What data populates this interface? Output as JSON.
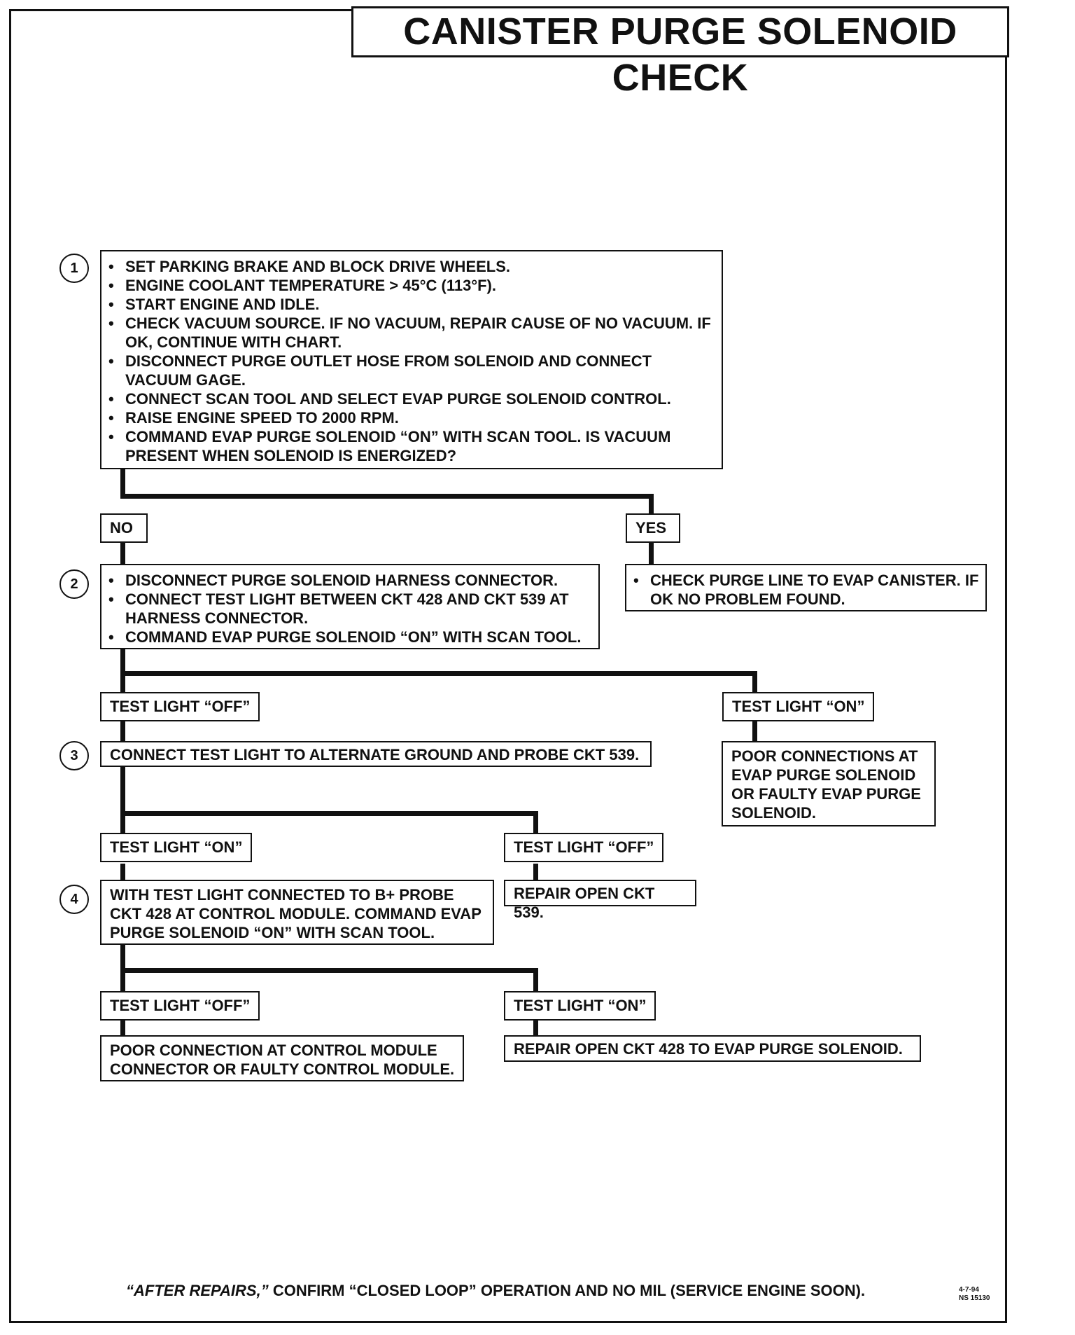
{
  "title": "CANISTER PURGE SOLENOID CHECK",
  "steps": [
    "1",
    "2",
    "3",
    "4"
  ],
  "step1": {
    "items": [
      "SET PARKING BRAKE AND BLOCK DRIVE WHEELS.",
      "ENGINE COOLANT TEMPERATURE > 45°C (113°F).",
      "START ENGINE AND IDLE.",
      "CHECK VACUUM SOURCE.  IF NO VACUUM, REPAIR CAUSE OF NO VACUUM. IF OK, CONTINUE WITH CHART.",
      "DISCONNECT PURGE OUTLET HOSE FROM SOLENOID AND CONNECT VACUUM GAGE.",
      "CONNECT SCAN TOOL AND SELECT EVAP PURGE SOLENOID CONTROL.",
      "RAISE ENGINE SPEED TO 2000 RPM.",
      "COMMAND EVAP PURGE SOLENOID “ON” WITH SCAN TOOL. IS VACUUM PRESENT WHEN SOLENOID IS ENERGIZED?"
    ]
  },
  "branch1": {
    "no": "NO",
    "yes": "YES"
  },
  "yes_result": {
    "items": [
      "CHECK PURGE LINE TO EVAP CANISTER. IF OK NO PROBLEM FOUND."
    ]
  },
  "step2": {
    "items": [
      "DISCONNECT PURGE SOLENOID HARNESS CONNECTOR.",
      "CONNECT TEST LIGHT BETWEEN CKT 428 AND CKT 539 AT HARNESS CONNECTOR.",
      "COMMAND EVAP PURGE SOLENOID “ON” WITH SCAN TOOL."
    ]
  },
  "branch2": {
    "off": "TEST LIGHT “OFF”",
    "on": "TEST LIGHT “ON”"
  },
  "step2_on_result": "POOR CONNECTIONS AT EVAP PURGE SOLENOID OR FAULTY EVAP PURGE SOLENOID.",
  "step3": "CONNECT TEST LIGHT TO ALTERNATE GROUND AND PROBE CKT 539.",
  "branch3": {
    "on": "TEST LIGHT “ON”",
    "off": "TEST LIGHT “OFF”"
  },
  "step3_off_result": "REPAIR OPEN CKT 539.",
  "step4": "WITH TEST LIGHT CONNECTED TO  B+ PROBE CKT 428 AT CONTROL MODULE.  COMMAND EVAP PURGE SOLENOID “ON” WITH SCAN TOOL.",
  "branch4": {
    "off": "TEST LIGHT “OFF”",
    "on": "TEST LIGHT “ON”"
  },
  "step4_off_result": "POOR CONNECTION AT CONTROL MODULE CONNECTOR OR FAULTY CONTROL MODULE.",
  "step4_on_result": "REPAIR OPEN CKT 428 TO EVAP PURGE SOLENOID.",
  "footer": {
    "emphasis": "“AFTER REPAIRS,”",
    "text": " CONFIRM “CLOSED LOOP” OPERATION AND NO MIL (SERVICE ENGINE SOON)."
  },
  "doc_code": {
    "date": "4-7-94",
    "id": "NS 15130"
  }
}
